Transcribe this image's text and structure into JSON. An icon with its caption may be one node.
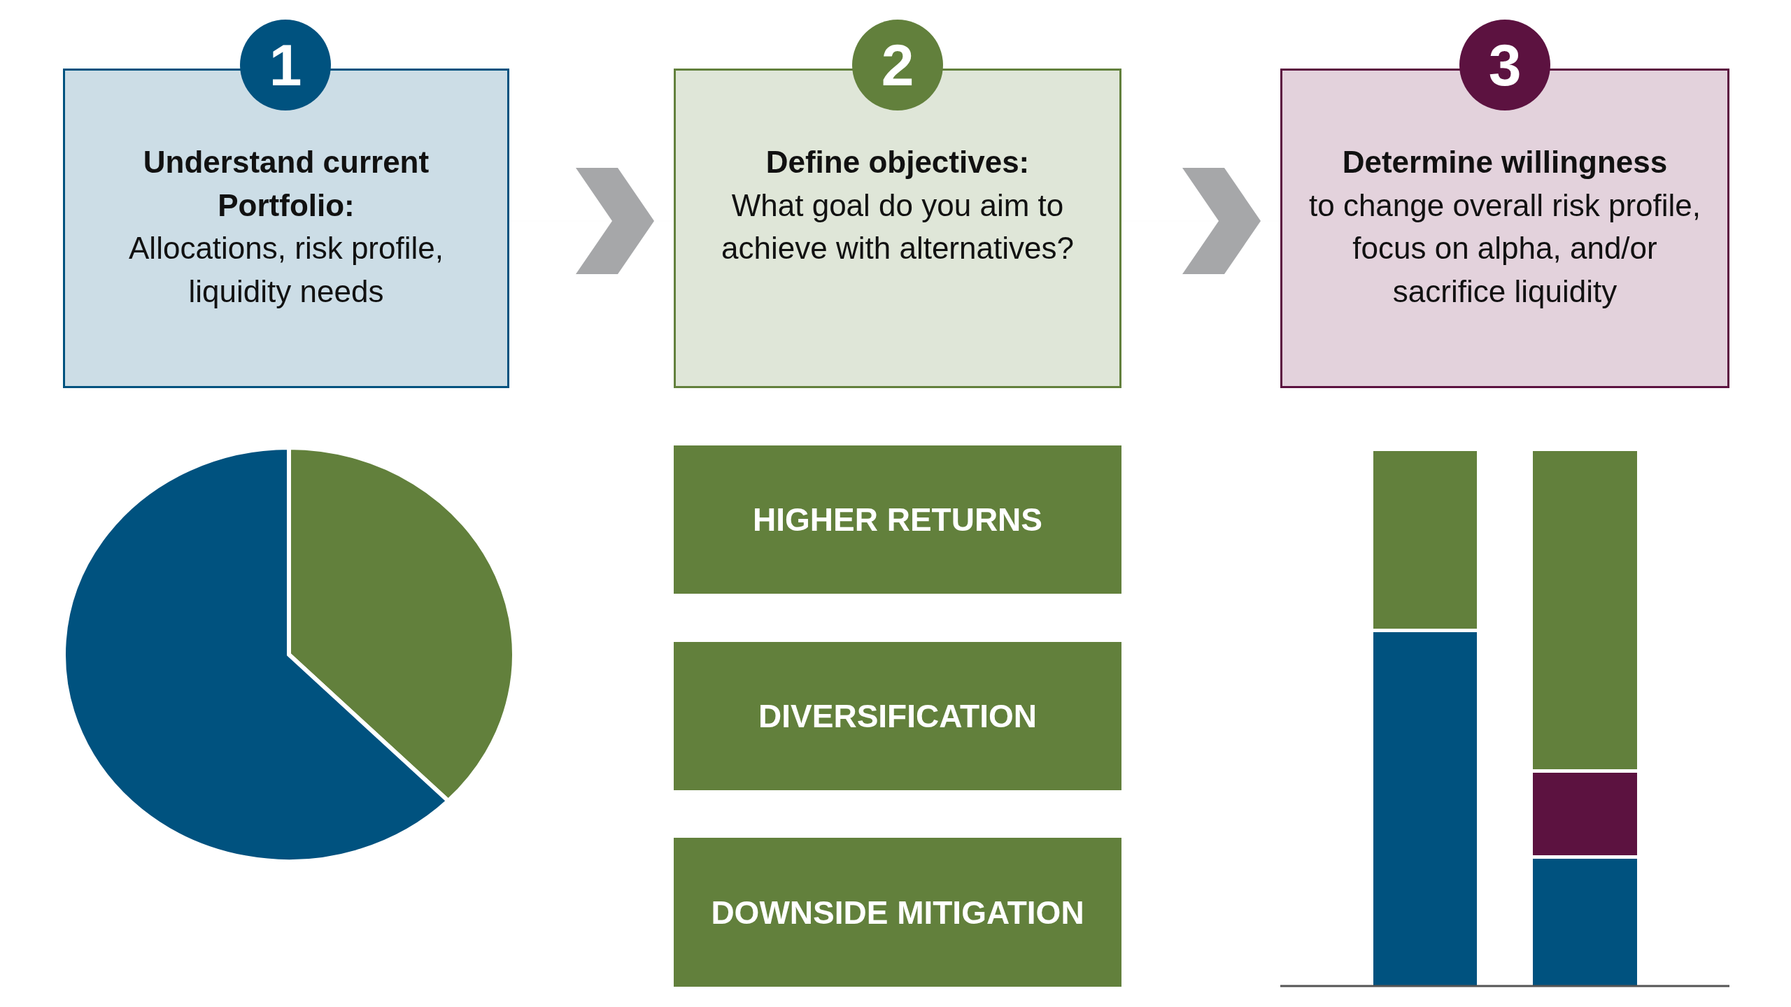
{
  "diagram": {
    "nodes": [
      {
        "text": [
          "1"
        ]
      },
      {
        "text": [
          "Understand current Portfolio:",
          "Allocations, risk profile, liquidity needs"
        ]
      },
      {
        "text": [
          "2"
        ]
      },
      {
        "text": [
          "Define objectives:",
          "What goal do you aim to achieve with alternatives?"
        ]
      },
      {
        "text": [
          "3"
        ]
      },
      {
        "text": [
          "Determine willingness",
          "to change overall risk profile, focus on alpha, and/or sacrifice liquidity"
        ]
      },
      {
        "text": [
          "HIGHER RETURNS"
        ]
      },
      {
        "text": [
          "DIVERSIFICATION"
        ]
      },
      {
        "text": [
          "DOWNSIDE MITIGATION"
        ]
      }
    ],
    "edges": [
      {
        "from": 1,
        "to": 3,
        "arrow": "to"
      },
      {
        "from": 3,
        "to": 5,
        "arrow": "to"
      }
    ]
  }
}
